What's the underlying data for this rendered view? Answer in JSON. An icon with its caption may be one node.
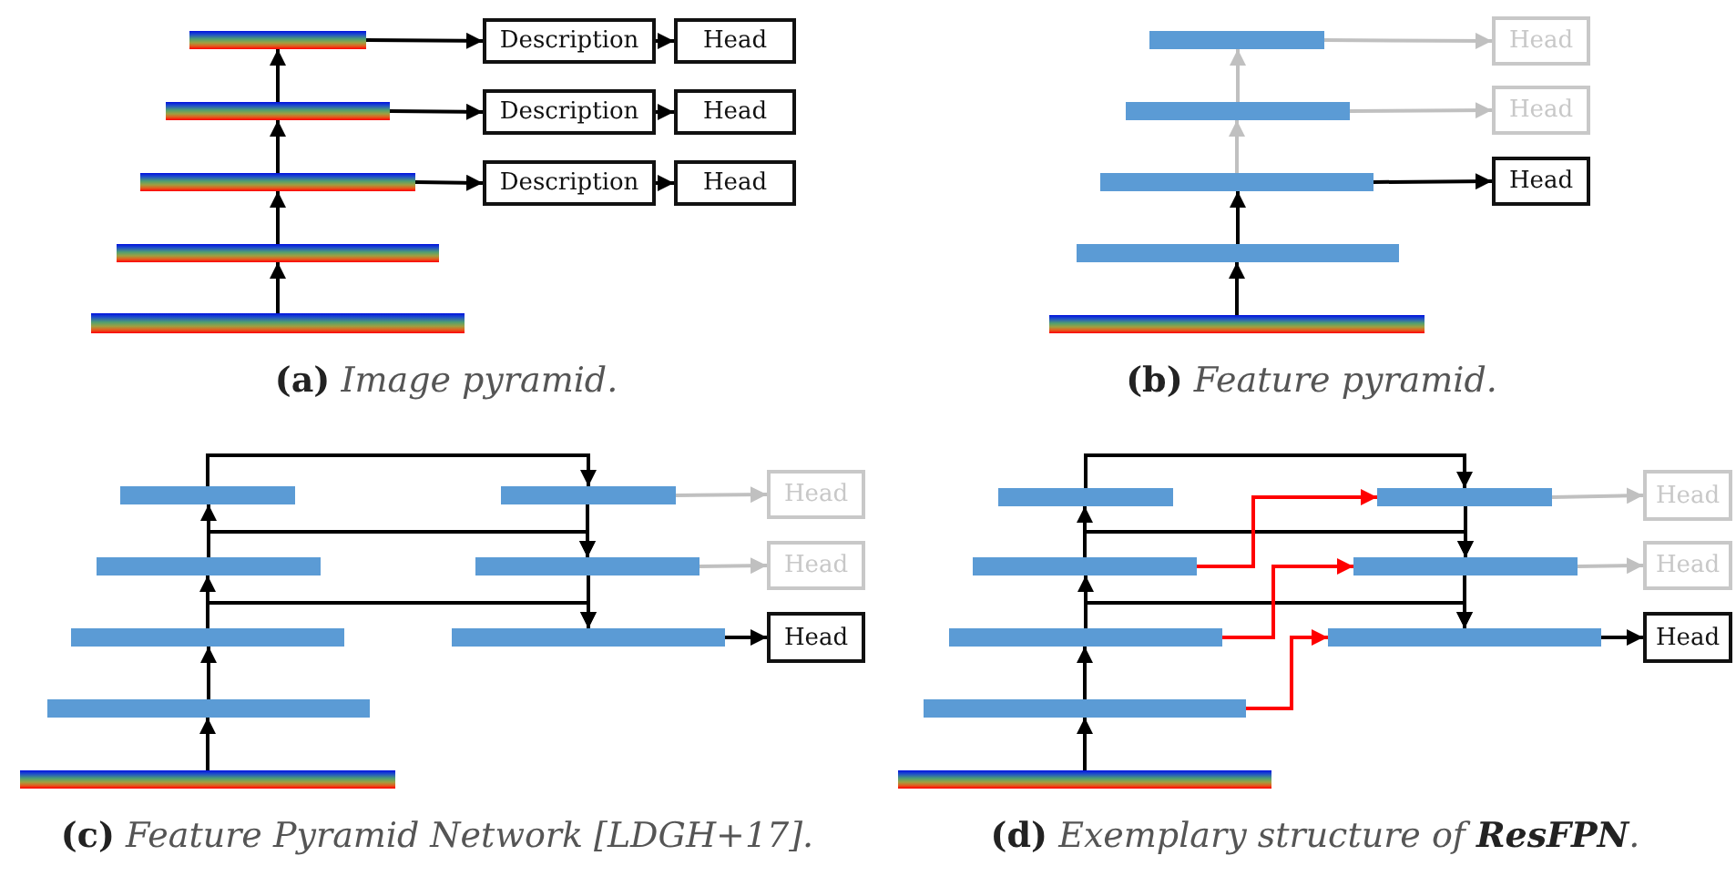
{
  "diagram": {
    "nodes": [
      {
        "text": [],
        "shape": "bar"
      },
      {
        "text": [
          "Description"
        ]
      },
      {
        "text": [
          "Head"
        ]
      },
      {
        "text": [],
        "shape": "bar"
      },
      {
        "text": [
          "Description"
        ]
      },
      {
        "text": [
          "Head"
        ]
      },
      {
        "text": [],
        "shape": "bar"
      },
      {
        "text": [
          "Description"
        ]
      },
      {
        "text": [
          "Head"
        ]
      },
      {
        "text": [],
        "shape": "bar"
      },
      {
        "text": [],
        "shape": "bar"
      },
      {
        "text": [],
        "shape": "bar"
      },
      {
        "text": [
          "Head"
        ]
      },
      {
        "text": [],
        "shape": "bar"
      },
      {
        "text": [
          "Head"
        ]
      },
      {
        "text": [],
        "shape": "bar"
      },
      {
        "text": [
          "Head"
        ]
      },
      {
        "text": [],
        "shape": "bar"
      },
      {
        "text": [],
        "shape": "bar"
      },
      {
        "text": [],
        "shape": "bar"
      },
      {
        "text": [],
        "shape": "bar"
      },
      {
        "text": [
          "Head"
        ]
      },
      {
        "text": [],
        "shape": "bar"
      },
      {
        "text": [],
        "shape": "bar"
      },
      {
        "text": [
          "Head"
        ]
      },
      {
        "text": [],
        "shape": "bar"
      },
      {
        "text": [],
        "shape": "bar"
      },
      {
        "text": [
          "Head"
        ]
      },
      {
        "text": [],
        "shape": "bar"
      },
      {
        "text": [],
        "shape": "bar"
      },
      {
        "text": [],
        "shape": "bar"
      },
      {
        "text": [],
        "shape": "bar"
      },
      {
        "text": [
          "Head"
        ]
      },
      {
        "text": [],
        "shape": "bar"
      },
      {
        "text": [],
        "shape": "bar"
      },
      {
        "text": [
          "Head"
        ]
      },
      {
        "text": [],
        "shape": "bar"
      },
      {
        "text": [],
        "shape": "bar"
      },
      {
        "text": [
          "Head"
        ]
      },
      {
        "text": [],
        "shape": "bar"
      },
      {
        "text": [],
        "shape": "bar"
      }
    ],
    "edges": [
      {
        "from": 10,
        "to": 9,
        "arrow": "to"
      },
      {
        "from": 9,
        "to": 6,
        "arrow": "to"
      },
      {
        "from": 6,
        "to": 3,
        "arrow": "to"
      },
      {
        "from": 3,
        "to": 0,
        "arrow": "to"
      },
      {
        "from": 0,
        "to": 1,
        "arrow": "to"
      },
      {
        "from": 1,
        "to": 2,
        "arrow": "to"
      },
      {
        "from": 3,
        "to": 4,
        "arrow": "to"
      },
      {
        "from": 4,
        "to": 5,
        "arrow": "to"
      },
      {
        "from": 6,
        "to": 7,
        "arrow": "to"
      },
      {
        "from": 7,
        "to": 8,
        "arrow": "to"
      },
      {
        "from": 18,
        "to": 17,
        "arrow": "to"
      },
      {
        "from": 17,
        "to": 15,
        "arrow": "to"
      },
      {
        "from": 15,
        "to": 13,
        "arrow": "to",
        "color": "#c0c0c0"
      },
      {
        "from": 13,
        "to": 11,
        "arrow": "to",
        "color": "#c0c0c0"
      },
      {
        "from": 11,
        "to": 12,
        "arrow": "to",
        "color": "#c0c0c0"
      },
      {
        "from": 13,
        "to": 14,
        "arrow": "to",
        "color": "#c0c0c0"
      },
      {
        "from": 15,
        "to": 16,
        "arrow": "to"
      },
      {
        "from": 29,
        "to": 28,
        "arrow": "to"
      },
      {
        "from": 28,
        "to": 25,
        "arrow": "to"
      },
      {
        "from": 25,
        "to": 22,
        "arrow": "to"
      },
      {
        "from": 22,
        "to": 19,
        "arrow": "to"
      },
      {
        "from": 19,
        "to": 20,
        "arrow": "to"
      },
      {
        "from": 22,
        "to": 23,
        "arrow": "to"
      },
      {
        "from": 25,
        "to": 26,
        "arrow": "to"
      },
      {
        "from": 20,
        "to": 23,
        "arrow": "to"
      },
      {
        "from": 23,
        "to": 26,
        "arrow": "to"
      },
      {
        "from": 20,
        "to": 21,
        "arrow": "to",
        "color": "#c0c0c0"
      },
      {
        "from": 23,
        "to": 24,
        "arrow": "to",
        "color": "#c0c0c0"
      },
      {
        "from": 26,
        "to": 27,
        "arrow": "to"
      },
      {
        "from": 40,
        "to": 39,
        "arrow": "to"
      },
      {
        "from": 39,
        "to": 36,
        "arrow": "to"
      },
      {
        "from": 36,
        "to": 33,
        "arrow": "to"
      },
      {
        "from": 33,
        "to": 30,
        "arrow": "to"
      },
      {
        "from": 30,
        "to": 31,
        "arrow": "to"
      },
      {
        "from": 33,
        "to": 34,
        "arrow": "to"
      },
      {
        "from": 36,
        "to": 37,
        "arrow": "to"
      },
      {
        "from": 31,
        "to": 34,
        "arrow": "to"
      },
      {
        "from": 34,
        "to": 37,
        "arrow": "to"
      },
      {
        "from": 31,
        "to": 32,
        "arrow": "to",
        "color": "#c0c0c0"
      },
      {
        "from": 34,
        "to": 35,
        "arrow": "to",
        "color": "#c0c0c0"
      },
      {
        "from": 37,
        "to": 38,
        "arrow": "to"
      },
      {
        "from": 33,
        "to": 31,
        "arrow": "to",
        "color": "#ff0000"
      },
      {
        "from": 36,
        "to": 34,
        "arrow": "to",
        "color": "#ff0000"
      },
      {
        "from": 39,
        "to": 37,
        "arrow": "to",
        "color": "#ff0000"
      }
    ],
    "labels": [
      "**(a)** Image pyramid.",
      "**(b)** Feature pyramid.",
      "**(c)** Feature Pyramid Network [LDGH+17].",
      "**(d)** Exemplary structure of **ResFPN**."
    ]
  }
}
